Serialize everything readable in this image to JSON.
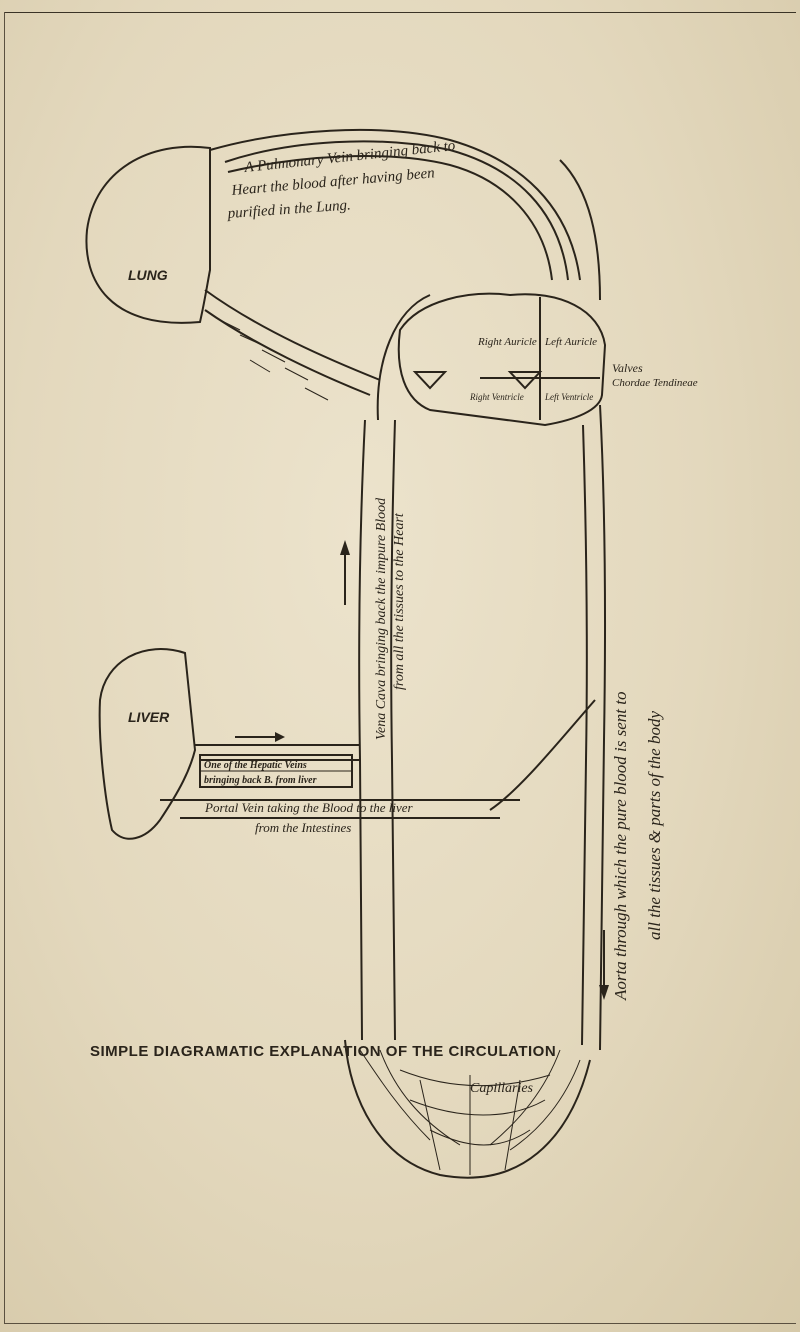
{
  "diagram": {
    "lung_label": "LUNG",
    "liver_label": "LIVER",
    "pulmonary_vein_line1": "A Pulmonary Vein bringing back to",
    "pulmonary_vein_line2": "Heart the blood after having been",
    "pulmonary_vein_line3": "purified in the Lung.",
    "right_auricle": "Right Auricle",
    "left_auricle": "Left Auricle",
    "right_ventricle": "Right Ventricle",
    "left_ventricle": "Left Ventricle",
    "valves_label": "Valves",
    "chordae_label": "Chordae Tendineae",
    "vena_cava_line1": "Vena Cava bringing back the impure Blood",
    "vena_cava_line2": "from all the tissues to the Heart",
    "hepatic_line1": "One of the Hepatic Veins",
    "hepatic_line2": "bringing back B. from liver",
    "portal_line1": "Portal Vein taking the Blood to the liver",
    "portal_line2": "from the Intestines",
    "aorta_line1": "Aorta through which the pure blood is sent to",
    "aorta_line2": "all the tissues & parts of the body",
    "capillaries_label": "Capillaries",
    "caption": "SIMPLE DIAGRAMATIC EXPLANATION OF THE CIRCULATION"
  }
}
